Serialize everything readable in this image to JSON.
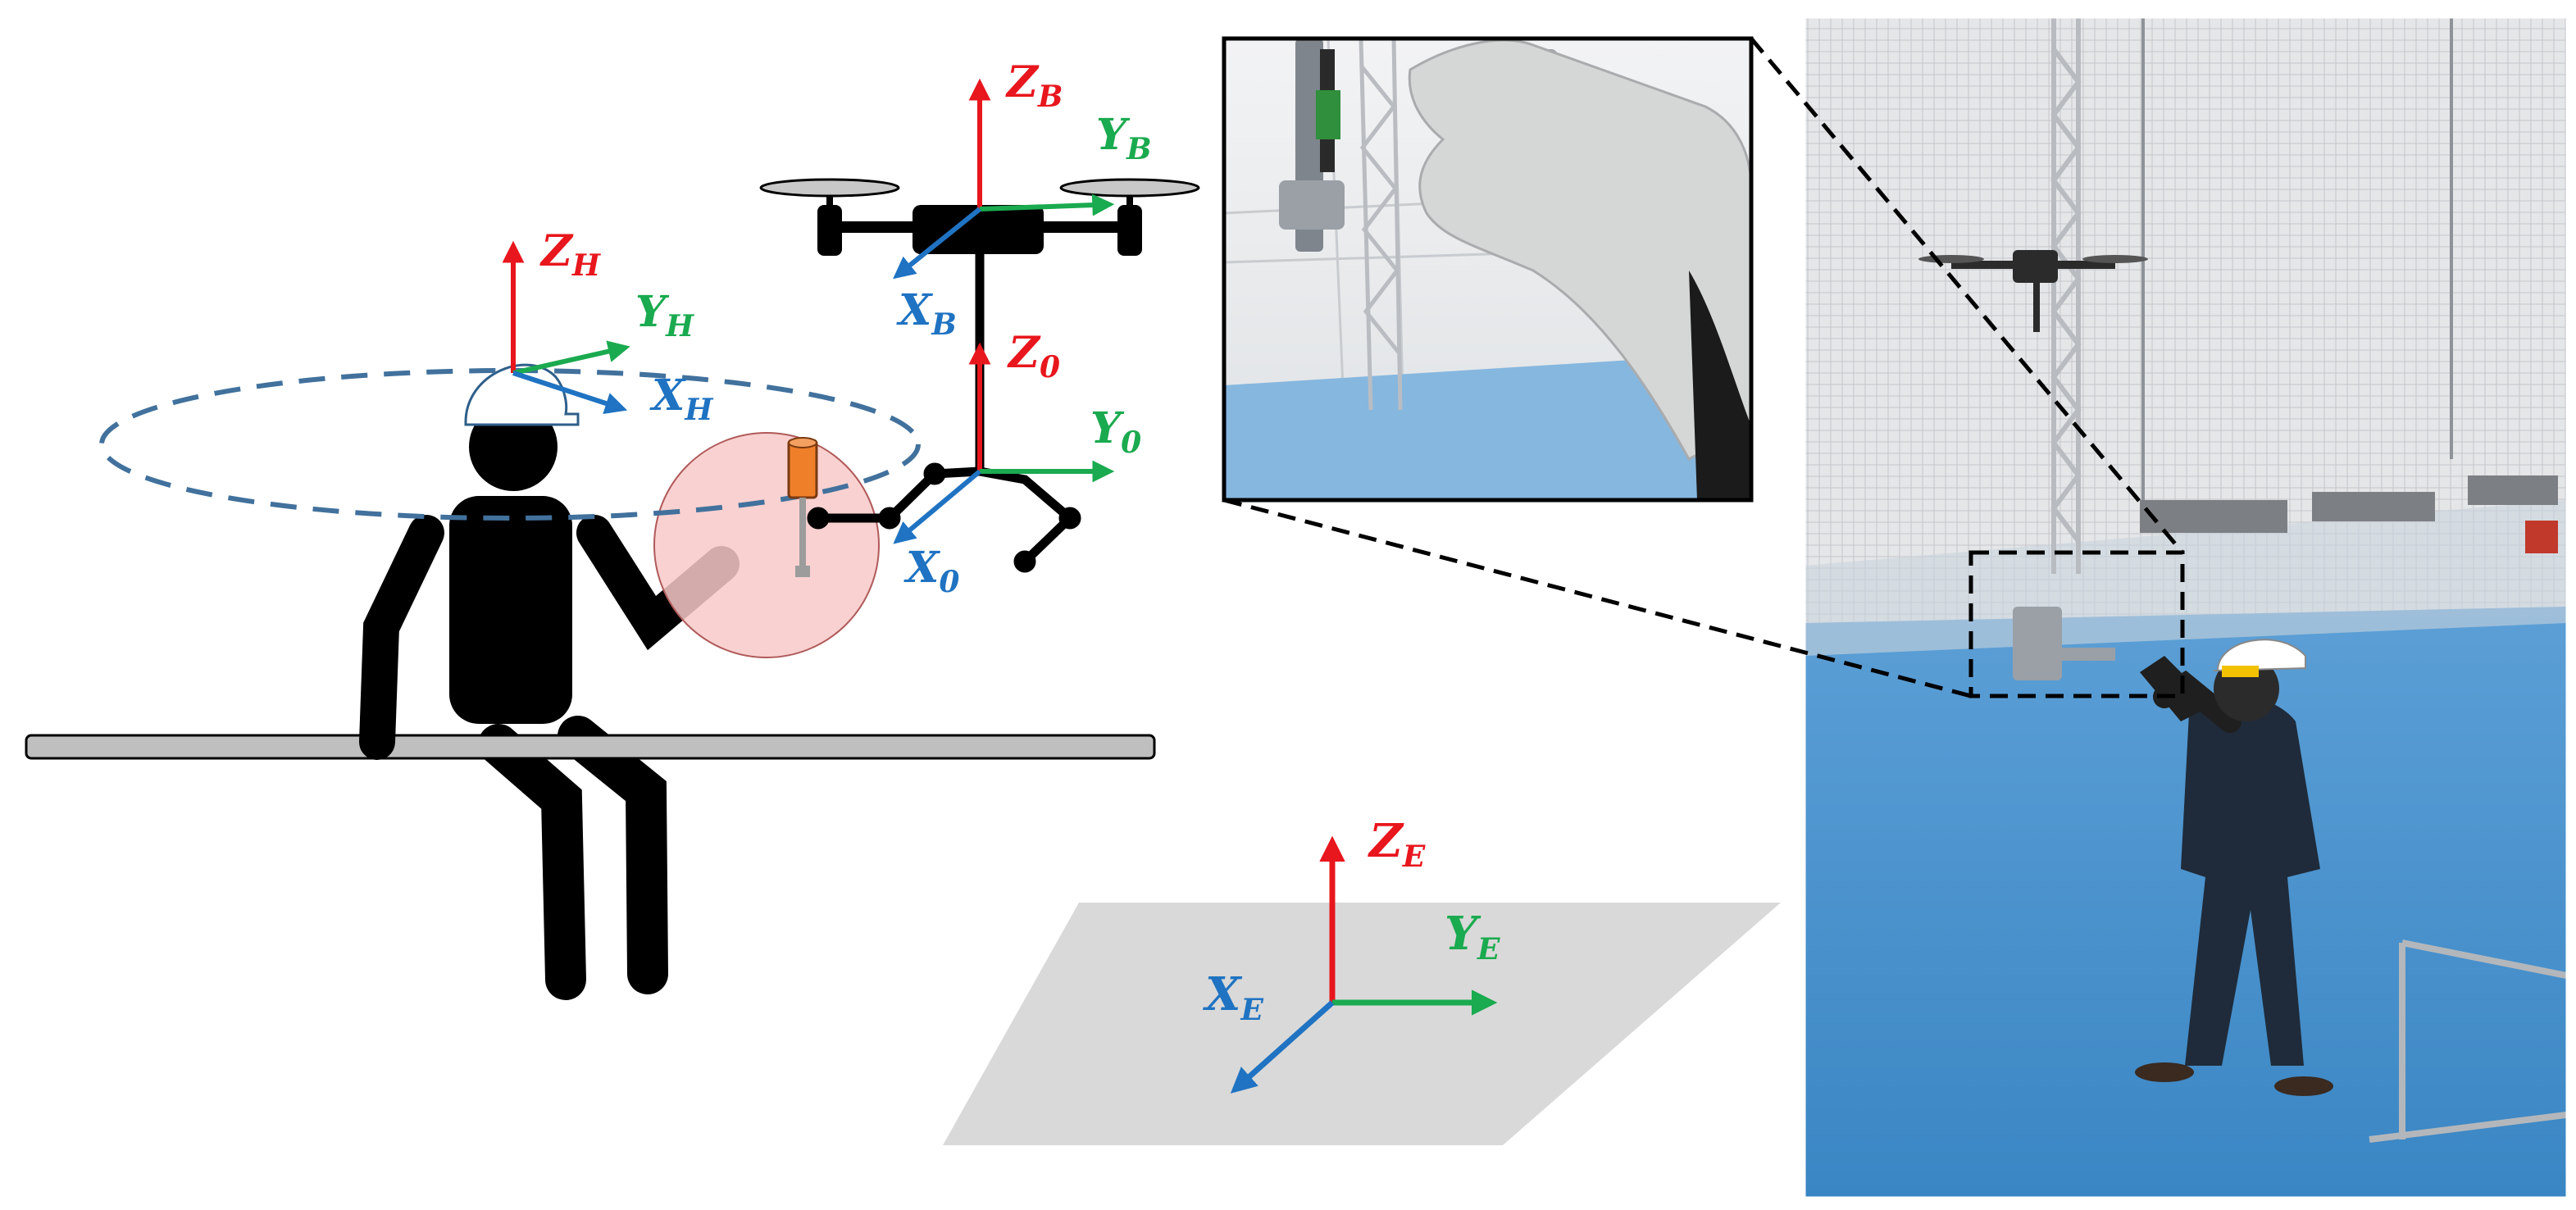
{
  "colors": {
    "z_axis": "#e8161d",
    "y_axis": "#1aaa4f",
    "x_axis": "#1f73c2",
    "figure": "#000000",
    "ground_plane": "#d9d9d9",
    "workspace_circle": "#f8c9c9",
    "orbit_dash": "#41719c",
    "bar": "#bfbfbf",
    "tool_handle": "#f07f2a",
    "floor": "#3e8cc9",
    "net_wall": "#d8dadc"
  },
  "frames": {
    "helmet": {
      "z": {
        "letter": "Z",
        "sub": "H"
      },
      "y": {
        "letter": "Y",
        "sub": "H"
      },
      "x": {
        "letter": "X",
        "sub": "H"
      }
    },
    "body": {
      "z": {
        "letter": "Z",
        "sub": "B"
      },
      "y": {
        "letter": "Y",
        "sub": "B"
      },
      "x": {
        "letter": "X",
        "sub": "B"
      }
    },
    "arm": {
      "z": {
        "letter": "Z",
        "sub": "0"
      },
      "y": {
        "letter": "Y",
        "sub": "0"
      },
      "x": {
        "letter": "X",
        "sub": "0"
      }
    },
    "earth": {
      "z": {
        "letter": "Z",
        "sub": "E"
      },
      "y": {
        "letter": "Y",
        "sub": "E"
      },
      "x": {
        "letter": "X",
        "sub": "E"
      }
    }
  },
  "icons": {
    "worker": "seated-person-icon",
    "drone": "quadrotor-drone-icon",
    "tool": "screwdriver-icon",
    "helmet": "hard-hat-icon"
  }
}
